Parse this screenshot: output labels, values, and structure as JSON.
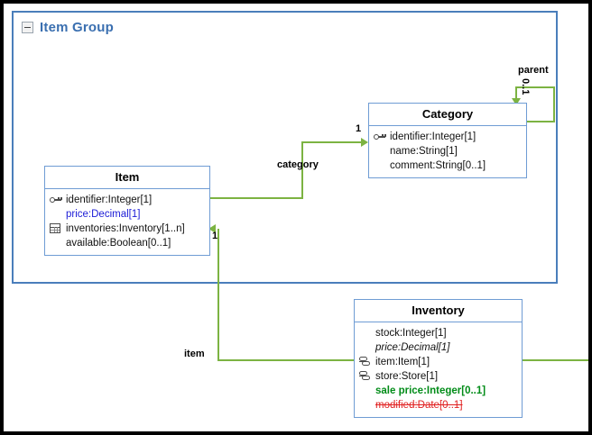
{
  "canvas": {
    "background": "#ffffff",
    "border_color": "#000000"
  },
  "palette": {
    "panel_border": "#4a7ebb",
    "class_border": "#6f9cd4",
    "connector_green": "#7cb342",
    "title_blue": "#3a6fb0",
    "attr_blue": "#1b1bd6",
    "attr_green": "#018c18",
    "attr_red": "#e02020"
  },
  "package": {
    "title": "Item Group",
    "collapse_icon": "minus-box-icon",
    "collapsed": false
  },
  "classes": [
    {
      "id": "item",
      "name": "Item",
      "attributes": [
        {
          "text": "identifier:Integer[1]",
          "icon": "key-icon",
          "style": "normal"
        },
        {
          "text": "price:Decimal[1]",
          "icon": "none",
          "style": "blue"
        },
        {
          "text": "inventories:Inventory[1..n]",
          "icon": "grid-icon",
          "style": "normal"
        },
        {
          "text": "available:Boolean[0..1]",
          "icon": "none",
          "style": "normal"
        }
      ]
    },
    {
      "id": "category",
      "name": "Category",
      "attributes": [
        {
          "text": "identifier:Integer[1]",
          "icon": "key-icon",
          "style": "normal"
        },
        {
          "text": "name:String[1]",
          "icon": "none",
          "style": "normal"
        },
        {
          "text": "comment:String[0..1]",
          "icon": "none",
          "style": "normal"
        }
      ]
    },
    {
      "id": "inventory",
      "name": "Inventory",
      "attributes": [
        {
          "text": "stock:Integer[1]",
          "icon": "none",
          "style": "normal"
        },
        {
          "text": "price:Decimal[1]",
          "icon": "none",
          "style": "italic"
        },
        {
          "text": "item:Item[1]",
          "icon": "link-icon",
          "style": "normal"
        },
        {
          "text": "store:Store[1]",
          "icon": "link-icon",
          "style": "normal"
        },
        {
          "text": "sale price:Integer[0..1]",
          "icon": "none",
          "style": "green"
        },
        {
          "text": "modified:Date[0..1]",
          "icon": "none",
          "style": "redstrike"
        }
      ]
    }
  ],
  "associations": [
    {
      "id": "category",
      "label": "category",
      "multiplicity": "1",
      "from": "Item",
      "to": "Category"
    },
    {
      "id": "parent",
      "label": "parent",
      "multiplicity": "0..1",
      "from": "Category",
      "to": "Category"
    },
    {
      "id": "item",
      "label": "item",
      "multiplicity": "1",
      "from": "Inventory",
      "to": "Item"
    }
  ]
}
